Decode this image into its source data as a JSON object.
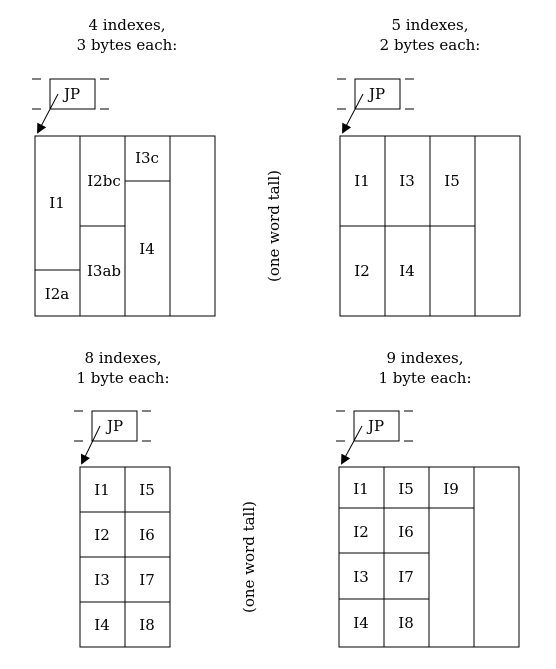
{
  "panels": [
    {
      "id": "panel-4-indexes",
      "title_lines": [
        "4 indexes,",
        "3 bytes each:"
      ],
      "pointer_label": "JP",
      "cells": [
        "I1",
        "I2a",
        "I2bc",
        "I3ab",
        "I3c",
        "I4"
      ]
    },
    {
      "id": "panel-5-indexes",
      "title_lines": [
        "5 indexes,",
        "2 bytes each:"
      ],
      "pointer_label": "JP",
      "cells": [
        "I1",
        "I2",
        "I3",
        "I4",
        "I5"
      ]
    },
    {
      "id": "panel-8-indexes",
      "title_lines": [
        "8 indexes,",
        "1 byte each:"
      ],
      "pointer_label": "JP",
      "cells": [
        "I1",
        "I2",
        "I3",
        "I4",
        "I5",
        "I6",
        "I7",
        "I8"
      ]
    },
    {
      "id": "panel-9-indexes",
      "title_lines": [
        "9 indexes,",
        "1 byte each:"
      ],
      "pointer_label": "JP",
      "cells": [
        "I1",
        "I2",
        "I3",
        "I4",
        "I5",
        "I6",
        "I7",
        "I8",
        "I9"
      ]
    }
  ],
  "side_labels": [
    "(one word tall)",
    "(one word tall)"
  ]
}
